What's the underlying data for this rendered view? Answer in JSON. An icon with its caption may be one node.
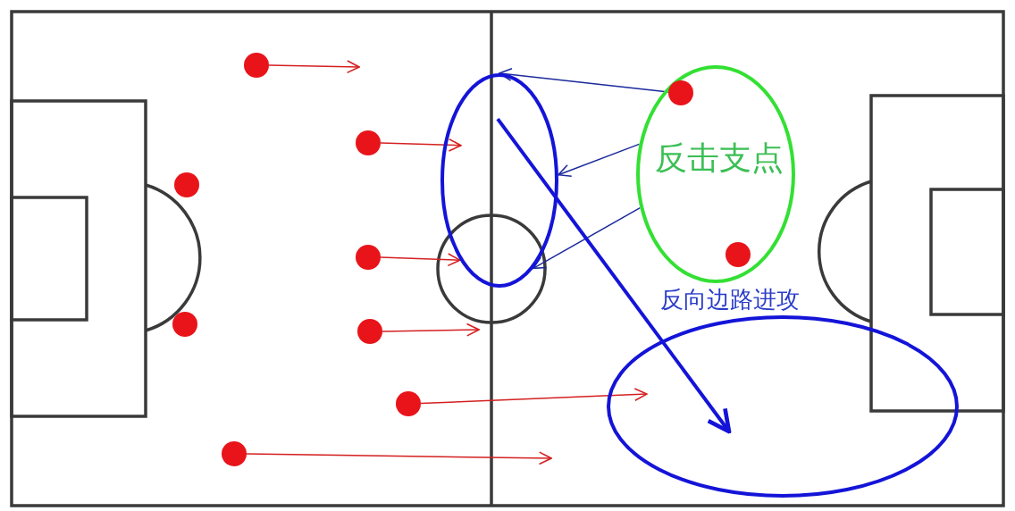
{
  "diagram": {
    "nodes": [
      {
        "text": [
          "反击支点"
        ]
      },
      {
        "text": [],
        "shape": "circle",
        "in": 0
      },
      {
        "text": [],
        "shape": "circle",
        "in": 0
      },
      {
        "text": [],
        "shape": "circle"
      },
      {
        "text": [
          "反向边路进攻"
        ]
      },
      {
        "text": [],
        "shape": "circle"
      },
      {
        "text": [],
        "shape": "circle"
      },
      {
        "text": [],
        "shape": "circle"
      },
      {
        "text": [],
        "shape": "circle"
      },
      {
        "text": [],
        "shape": "circle"
      },
      {
        "text": [],
        "shape": "circle"
      },
      {
        "text": [],
        "shape": "circle"
      },
      {
        "text": [],
        "shape": "circle"
      }
    ],
    "edges": [
      {
        "from": 5,
        "to": null,
        "arrow": "to"
      },
      {
        "from": 6,
        "to": 3,
        "arrow": "to"
      },
      {
        "from": 8,
        "to": 3,
        "arrow": "to"
      },
      {
        "from": 10,
        "to": null,
        "arrow": "to"
      },
      {
        "from": 11,
        "to": 4,
        "arrow": "to"
      },
      {
        "from": 12,
        "to": null,
        "arrow": "to"
      },
      {
        "from": 1,
        "to": 3,
        "arrow": "to",
        "color": "#1c2a9c"
      },
      {
        "from": 0,
        "to": 3,
        "arrow": "to",
        "color": "#1c2a9c"
      },
      {
        "from": 0,
        "to": 3,
        "arrow": "to",
        "color": "#1c2a9c"
      },
      {
        "from": 3,
        "to": 4,
        "arrow": "to",
        "style": "thick",
        "color": "#1414d8"
      }
    ]
  }
}
